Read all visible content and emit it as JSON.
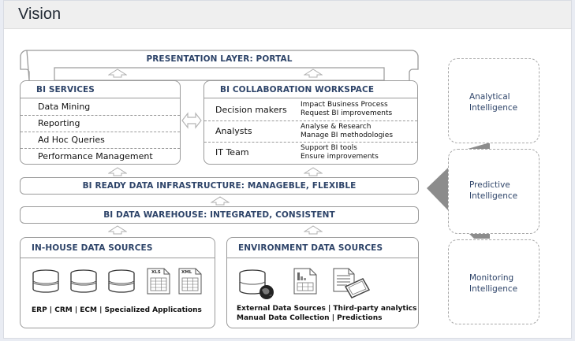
{
  "header": {
    "title": "Vision"
  },
  "diagram": {
    "presentation_layer": "PRESENTATION LAYER: PORTAL",
    "bi_services": {
      "title": "BI SERVICES",
      "items": [
        "Data Mining",
        "Reporting",
        "Ad Hoc Queries",
        "Performance Management"
      ]
    },
    "bi_collaboration": {
      "title": "BI COLLABORATION WORKSPACE",
      "rows": [
        {
          "role": "Decision makers",
          "tasks": [
            "Impact Business Process",
            "Request BI improvements"
          ]
        },
        {
          "role": "Analysts",
          "tasks": [
            "Analyse & Research",
            "Manage BI methodologies"
          ]
        },
        {
          "role": "IT Team",
          "tasks": [
            "Support BI tools",
            "Ensure improvements"
          ]
        }
      ]
    },
    "data_infrastructure": "BI READY DATA INFRASTRUCTURE: MANAGEBLE, FLEXIBLE",
    "data_warehouse": "BI DATA WAREHOUSE: INTEGRATED, CONSISTENT",
    "inhouse_sources": {
      "title": "IN-HOUSE DATA SOURCES",
      "icons": [
        "database-icon",
        "database-icon",
        "database-icon",
        "xls-file-icon",
        "xml-file-icon"
      ],
      "file_labels": [
        "XLS",
        "XML"
      ],
      "caption": "ERP | CRM | ECM | Specialized Applications"
    },
    "environment_sources": {
      "title": "ENVIRONMENT DATA SOURCES",
      "icons": [
        "external-database-globe-icon",
        "report-document-icon",
        "document-tablet-icon"
      ],
      "caption_lines": [
        "External Data Sources | Third-party analytics",
        "Manual Data Collection | Predictions"
      ]
    },
    "intelligence": [
      {
        "line1": "Analytical",
        "line2": "Intelligence"
      },
      {
        "line1": "Predictive",
        "line2": "Intelligence"
      },
      {
        "line1": "Monitoring",
        "line2": "Intelligence"
      }
    ]
  },
  "colors": {
    "heading_navy": "#2e4469",
    "border_gray": "#9a9a9a",
    "connector_gray": "#8c8c8c",
    "header_bg": "#efefef"
  }
}
